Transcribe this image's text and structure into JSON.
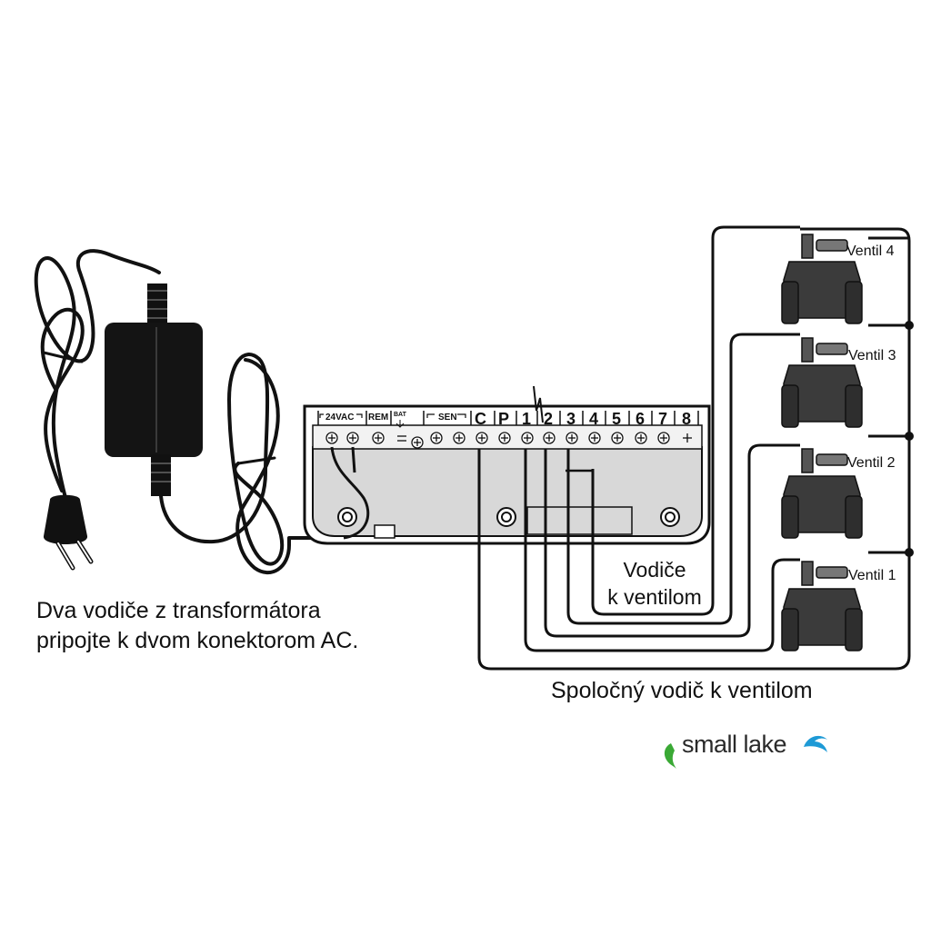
{
  "controller": {
    "terminal_labels": {
      "ac": "24VAC",
      "rem": "REM",
      "bat": "BAT",
      "sen": "SEN",
      "c": "C",
      "p": "P",
      "z1": "1",
      "z2": "2",
      "z3": "3",
      "z4": "4",
      "z5": "5",
      "z6": "6",
      "z7": "7",
      "z8": "8"
    }
  },
  "valves": {
    "v1": "Ventil 1",
    "v2": "Ventil 2",
    "v3": "Ventil 3",
    "v4": "Ventil 4"
  },
  "captions": {
    "transformer_line1": "Dva vodiče z transformátora",
    "transformer_line2": "pripojte k dvom konektorom AC.",
    "valve_wires_line1": "Vodiče",
    "valve_wires_line2": "k ventilom",
    "common_wire": "Spoločný vodič k ventilom"
  },
  "logo": {
    "text": "small lake",
    "colors": {
      "fish_green": "#3aa935",
      "fish_blue": "#1e9ad6",
      "text": "#2a2a2a"
    }
  }
}
